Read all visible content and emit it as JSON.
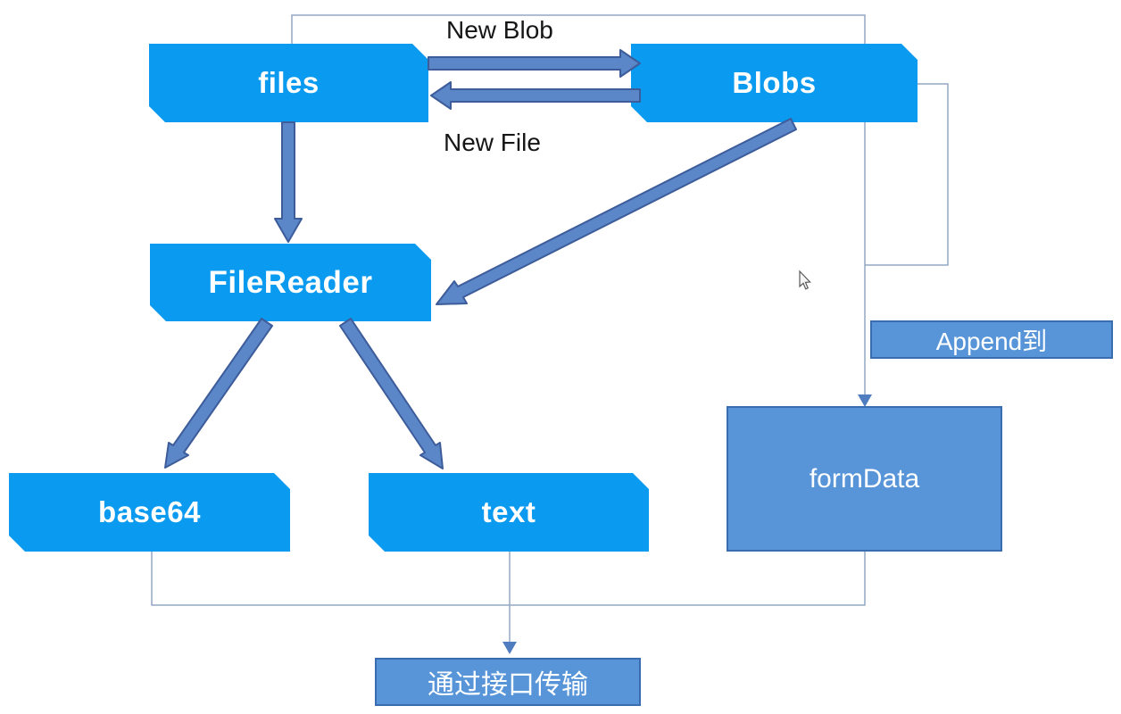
{
  "diagram": {
    "nodes": {
      "files": {
        "label": "files"
      },
      "blobs": {
        "label": "Blobs"
      },
      "filereader": {
        "label": "FileReader"
      },
      "base64": {
        "label": "base64"
      },
      "text": {
        "label": "text"
      },
      "formdata": {
        "label": "formData"
      },
      "append": {
        "label": "Append到"
      },
      "transfer": {
        "label": "通过接口传输"
      }
    },
    "edge_labels": {
      "new_blob": "New Blob",
      "new_file": "New File"
    },
    "colors": {
      "node_fill": "#0a9af0",
      "secondary_fill": "#5795d8",
      "secondary_border": "#3a6cb0",
      "arrow_fill": "#5b86c8",
      "arrow_stroke": "#3d5c9a",
      "connector": "#94a9c4",
      "connector_arrowhead": "#4f7dc0",
      "edge_label_color": "#161616"
    }
  }
}
